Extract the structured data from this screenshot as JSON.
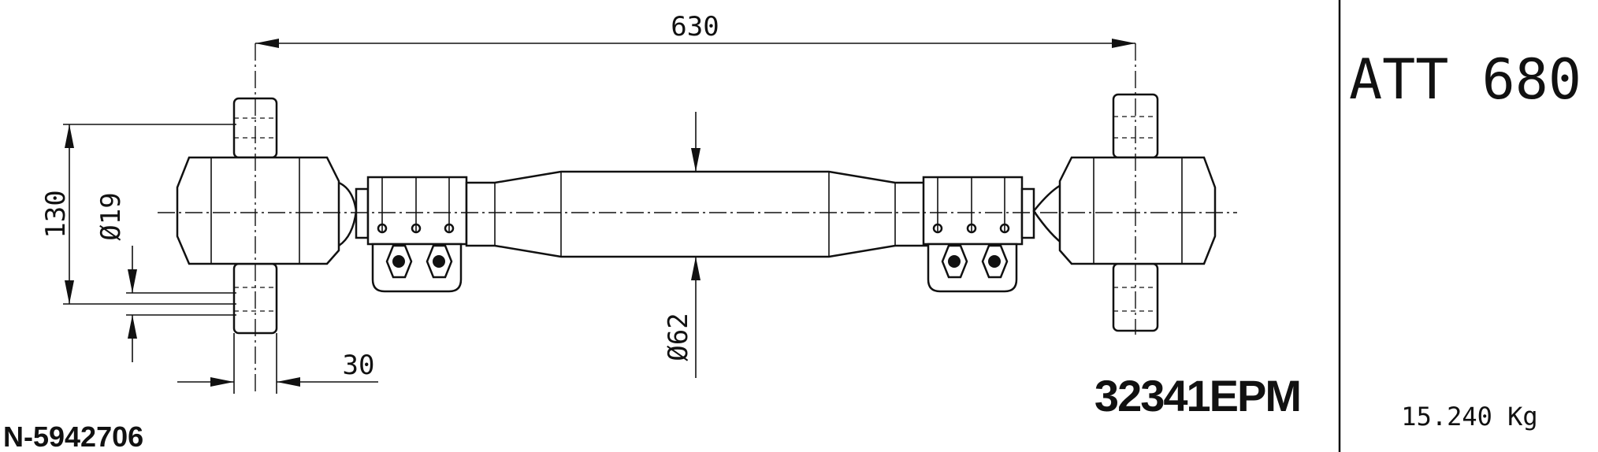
{
  "drawing": {
    "dimensions": {
      "overall_length": "630",
      "height": "130",
      "pin_diameter": "Ø19",
      "tube_diameter": "Ø62",
      "pin_width": "30"
    },
    "model": "ATT 680",
    "part_code": "32341EPM",
    "weight": "15.240 Kg",
    "reference_number": "N-5942706"
  }
}
